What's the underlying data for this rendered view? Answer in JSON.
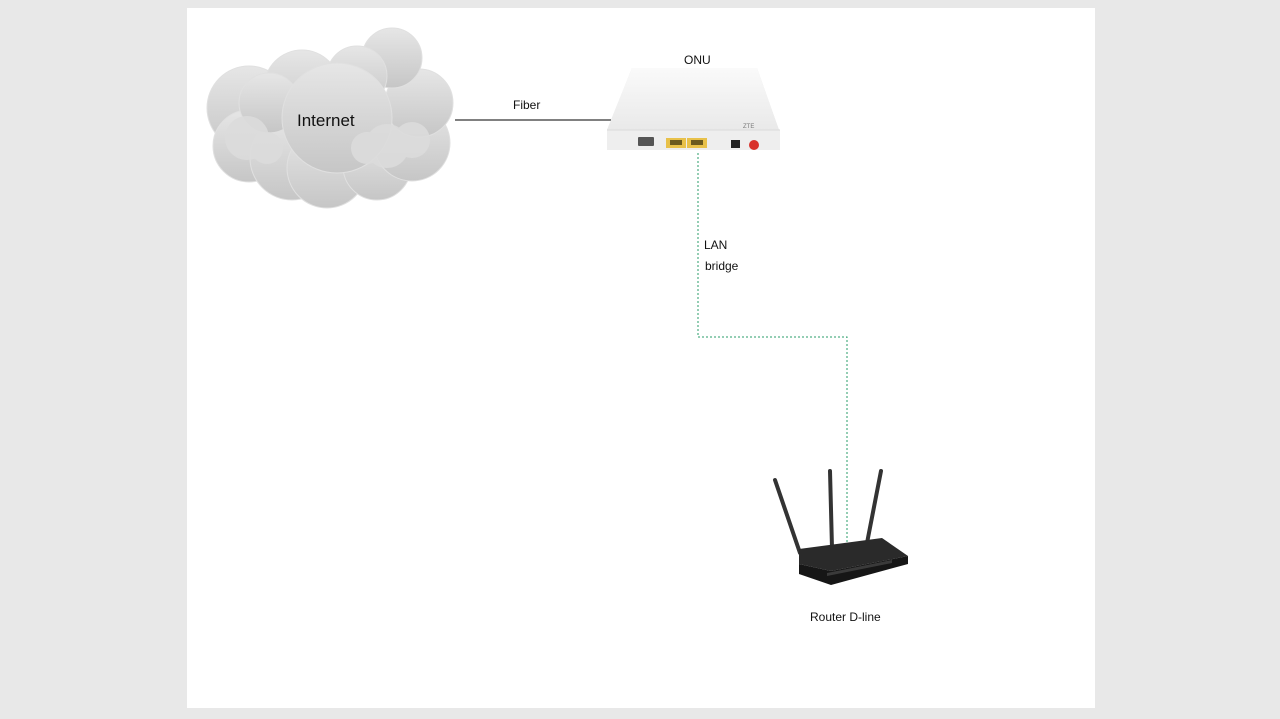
{
  "nodes": {
    "internet": {
      "label": "Internet",
      "icon": "cloud-icon"
    },
    "onu": {
      "label": "ONU",
      "icon": "onu-device-icon"
    },
    "router": {
      "label": "Router D-line",
      "icon": "router-icon"
    }
  },
  "links": {
    "fiber": {
      "label": "Fiber",
      "style": "solid",
      "color": "#000000"
    },
    "lan": {
      "label_line1": "LAN",
      "label_line2": "bridge",
      "style": "dotted",
      "color": "#2a9d6a"
    }
  },
  "colors": {
    "page_background": "#e8e8e8",
    "canvas_background": "#ffffff",
    "cloud_fill": "#d4d4d4",
    "onu_body": "#f2f2f2",
    "onu_port_yellow": "#e8c14a",
    "onu_port_red": "#d8322b",
    "router_body": "#1e1e1e"
  }
}
